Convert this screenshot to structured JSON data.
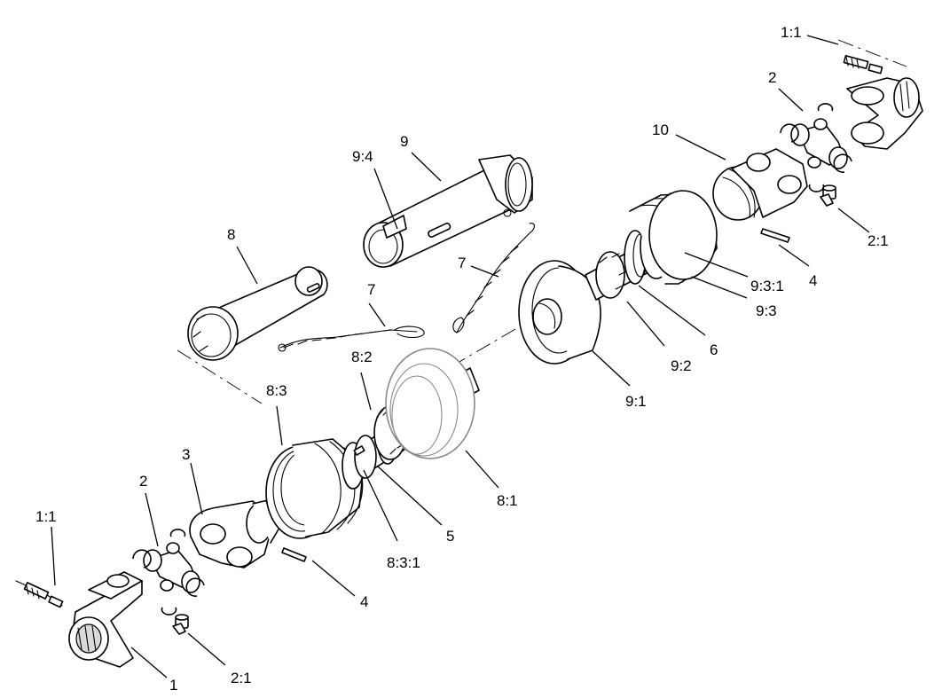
{
  "labels": {
    "l_1_1_top": "1:1",
    "l_2_top": "2",
    "l_10": "10",
    "l_9": "9",
    "l_9_4": "9:4",
    "l_2_1_right": "2:1",
    "l_4_right": "4",
    "l_9_3_1": "9:3:1",
    "l_9_3": "9:3",
    "l_7_right": "7",
    "l_8": "8",
    "l_7_left": "7",
    "l_6": "6",
    "l_9_2": "9:2",
    "l_8_2": "8:2",
    "l_9_1": "9:1",
    "l_8_3": "8:3",
    "l_3": "3",
    "l_2_left": "2",
    "l_8_1": "8:1",
    "l_5": "5",
    "l_1_1_left": "1:1",
    "l_8_3_1": "8:3:1",
    "l_4_left": "4",
    "l_1": "1",
    "l_2_1_left": "2:1"
  }
}
